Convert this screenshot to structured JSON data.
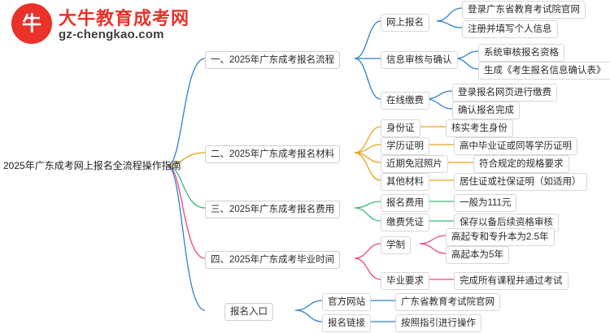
{
  "logo": {
    "mark_text": "牛",
    "title": "大牛教育成考网",
    "subtitle": "gz-chengkao.com"
  },
  "mindmap": {
    "root": "2025年广东成考网上报名全流程操作指南",
    "branches": [
      {
        "label": "一、2025年广东成考报名流程",
        "color": "#2f7fd0",
        "children": [
          {
            "label": "网上报名",
            "items": [
              "登录广东省教育考试院官网",
              "注册并填写个人信息"
            ]
          },
          {
            "label": "信息审核与确认",
            "items": [
              "系统审核报名资格",
              "生成《考生报名信息确认表》"
            ]
          },
          {
            "label": "在线缴费",
            "items": [
              "登录报名网页进行缴费",
              "确认报名完成"
            ]
          }
        ]
      },
      {
        "label": "二、2025年广东成考报名材料",
        "color": "#e8a317",
        "children": [
          {
            "label": "身份证",
            "items": [
              "核实考生身份"
            ]
          },
          {
            "label": "学历证明",
            "items": [
              "高中毕业证或同等学历证明"
            ]
          },
          {
            "label": "近期免冠照片",
            "items": [
              "符合规定的规格要求"
            ]
          },
          {
            "label": "其他材料",
            "items": [
              "居住证或社保证明（如适用）"
            ]
          }
        ]
      },
      {
        "label": "三、2025年广东成考报名费用",
        "color": "#3ab87a",
        "children": [
          {
            "label": "报名费用",
            "items": [
              "一般为111元"
            ]
          },
          {
            "label": "缴费凭证",
            "items": [
              "保存以备后续资格审核"
            ]
          }
        ]
      },
      {
        "label": "四、2025年广东成考毕业时间",
        "color": "#e8447f",
        "children": [
          {
            "label": "学制",
            "items": [
              "高起专和专升本为2.5年",
              "高起本为5年"
            ]
          },
          {
            "label": "毕业要求",
            "items": [
              "完成所有课程并通过考试"
            ]
          }
        ]
      },
      {
        "label": "报名入口",
        "color": "#2f7fd0",
        "children": [
          {
            "label": "官方网站",
            "items": [
              "广东省教育考试院官网"
            ]
          },
          {
            "label": "报名链接",
            "items": [
              "按照指引进行操作"
            ]
          }
        ]
      }
    ]
  }
}
